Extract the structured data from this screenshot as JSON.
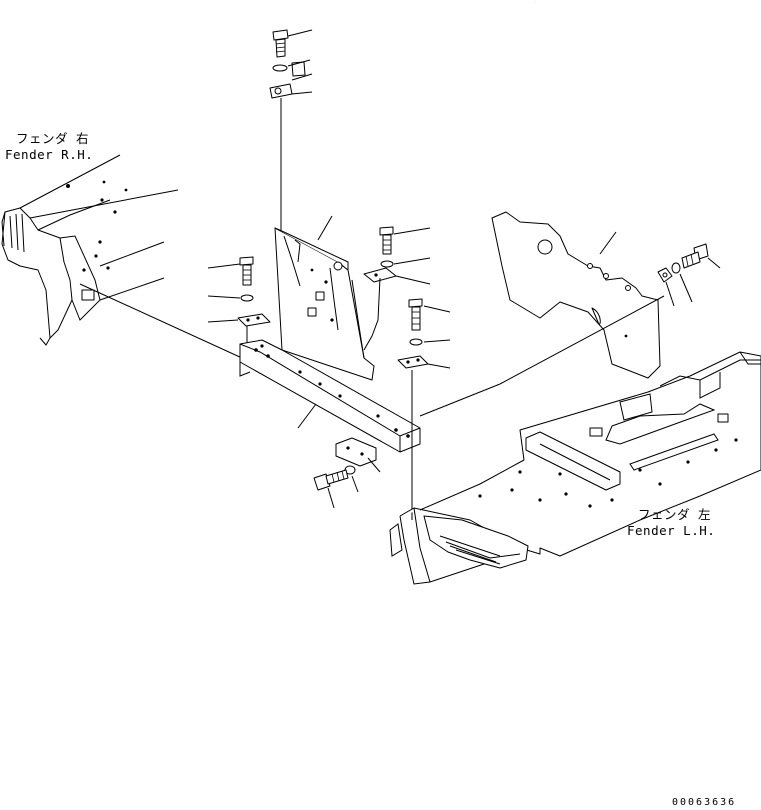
{
  "labels": {
    "fender_rh_jp": "フェンダ 右",
    "fender_rh_en": "Fender R.H.",
    "fender_lh_jp": "フェンダ 左",
    "fender_lh_en": "Fender L.H."
  },
  "drawing_code": "00063636",
  "colors": {
    "line": "#000000",
    "background": "#ffffff"
  }
}
